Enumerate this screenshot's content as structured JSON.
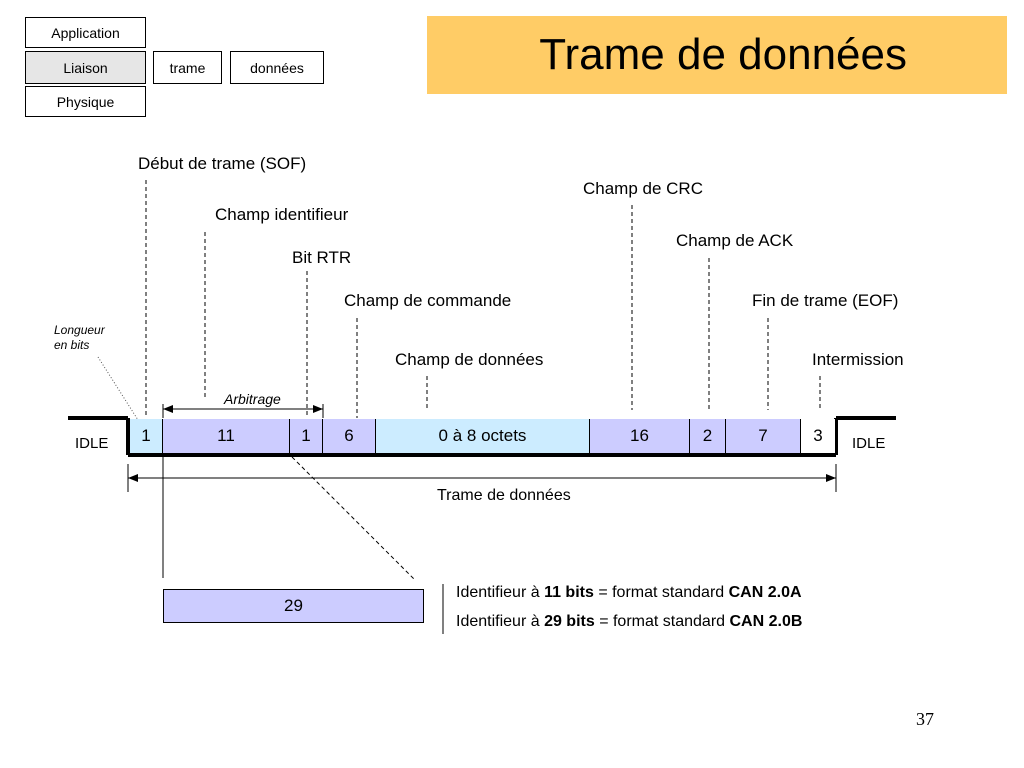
{
  "layers": {
    "application": "Application",
    "liaison": "Liaison",
    "physique": "Physique",
    "trame": "trame",
    "donnees": "données"
  },
  "title": "Trame de données",
  "fields": {
    "sof": "Début de trame (SOF)",
    "crc": "Champ de CRC",
    "identifier": "Champ identifieur",
    "ack": "Champ de ACK",
    "rtr": "Bit RTR",
    "command": "Champ de commande",
    "eof": "Fin de trame (EOF)",
    "data": "Champ de données",
    "intermission": "Intermission"
  },
  "length_label_1": "Longueur",
  "length_label_2": "en bits",
  "arbitrage": "Arbitrage",
  "idle_left": "IDLE",
  "idle_right": "IDLE",
  "cells": [
    "1",
    "11",
    "1",
    "6",
    "0 à 8 octets",
    "16",
    "2",
    "7",
    "3"
  ],
  "frame_caption": "Trame de données",
  "extended_cell": "29",
  "notes": {
    "line1_a": "Identifieur à ",
    "line1_b": "11 bits",
    "line1_c": " = format standard ",
    "line1_d": "CAN 2.0A",
    "line2_a": "Identifieur à ",
    "line2_b": "29 bits",
    "line2_c": " = format standard ",
    "line2_d": "CAN 2.0B"
  },
  "page_number": "37",
  "colors": {
    "banner": "#ffcc66",
    "sof_cell": "#ccecff",
    "arb_cell": "#ccccff",
    "data_cell": "#ccecff"
  }
}
